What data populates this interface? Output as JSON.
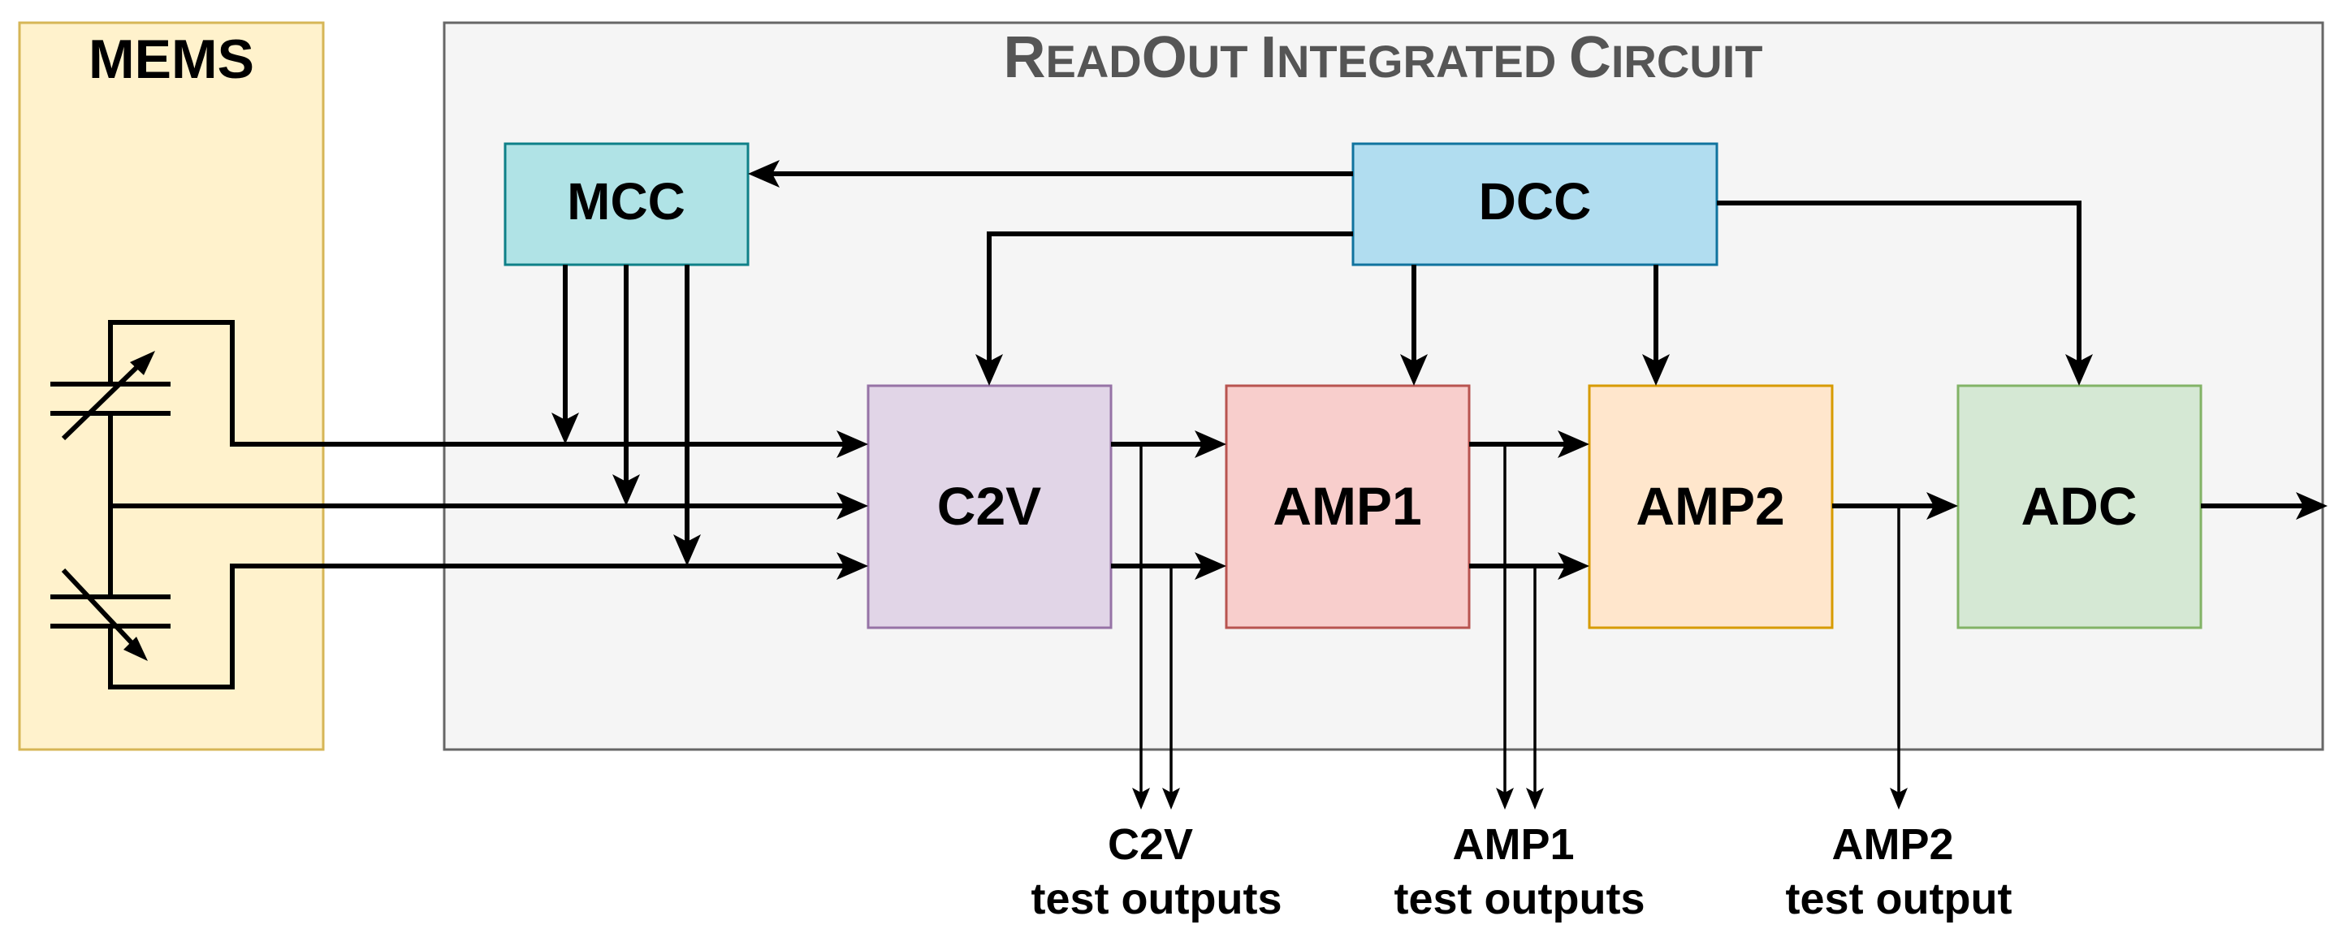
{
  "mems": {
    "title": "MEMS",
    "fill": "#fff2cc",
    "stroke": "#d6b656"
  },
  "roic": {
    "title_cap1": "R",
    "title_rest1": "EAD",
    "title_cap2": "O",
    "title_rest2": "UT ",
    "title_cap3": "I",
    "title_rest3": "NTEGRATED ",
    "title_cap4": "C",
    "title_rest4": "IRCUIT",
    "fill": "#f5f5f5",
    "stroke": "#666666"
  },
  "blocks": {
    "mcc": {
      "label": "MCC",
      "fill": "#b0e3e6",
      "stroke": "#0e8088"
    },
    "dcc": {
      "label": "DCC",
      "fill": "#b1ddf0",
      "stroke": "#10739e"
    },
    "c2v": {
      "label": "C2V",
      "fill": "#e1d5e7",
      "stroke": "#9673a6"
    },
    "amp1": {
      "label": "AMP1",
      "fill": "#f8cecc",
      "stroke": "#b85450"
    },
    "amp2": {
      "label": "AMP2",
      "fill": "#ffe6cc",
      "stroke": "#d79b00"
    },
    "adc": {
      "label": "ADC",
      "fill": "#d5e8d4",
      "stroke": "#82b366"
    }
  },
  "outputs": {
    "c2v": {
      "line1": "C2V",
      "line2": "test outputs"
    },
    "amp1": {
      "line1": "AMP1",
      "line2": "test outputs"
    },
    "amp2": {
      "line1": "AMP2",
      "line2": "test output"
    }
  }
}
